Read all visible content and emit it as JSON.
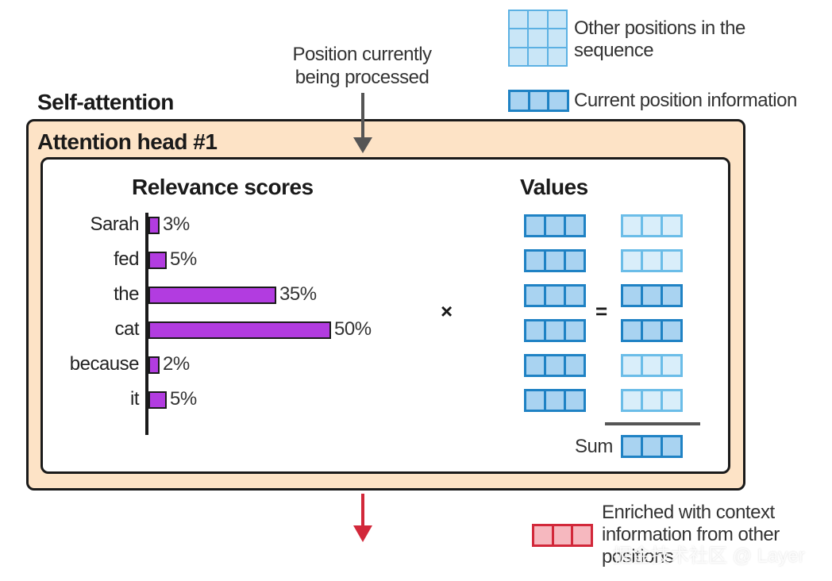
{
  "legend": {
    "other_positions": "Other positions in the sequence",
    "current_position": "Current position information",
    "enriched": "Enriched with context information from other positions"
  },
  "annotation": {
    "position_processed_line1": "Position currently",
    "position_processed_line2": "being processed"
  },
  "self_attention_title": "Self-attention",
  "attention_head_title": "Attention head #1",
  "relevance_title": "Relevance scores",
  "values_title": "Values",
  "multiply_symbol": "×",
  "equals_symbol": "=",
  "sum_label": "Sum",
  "rows": [
    {
      "word": "Sarah",
      "score": 3,
      "label": "3%",
      "result": "light"
    },
    {
      "word": "fed",
      "score": 5,
      "label": "5%",
      "result": "light"
    },
    {
      "word": "the",
      "score": 35,
      "label": "35%",
      "result": "dark"
    },
    {
      "word": "cat",
      "score": 50,
      "label": "50%",
      "result": "dark"
    },
    {
      "word": "because",
      "score": 2,
      "label": "2%",
      "result": "light"
    },
    {
      "word": "it",
      "score": 5,
      "label": "5%",
      "result": "light"
    }
  ],
  "colors": {
    "bar": "#b23ce0",
    "box_background": "#fde3c6",
    "value_dark": "#1f82c4",
    "value_light": "#6bbde8",
    "enriched": "#d2283a",
    "arrow_gray": "#555555",
    "arrow_red": "#d2283a"
  },
  "watermark": "掘金技术社区 @ Layer"
}
